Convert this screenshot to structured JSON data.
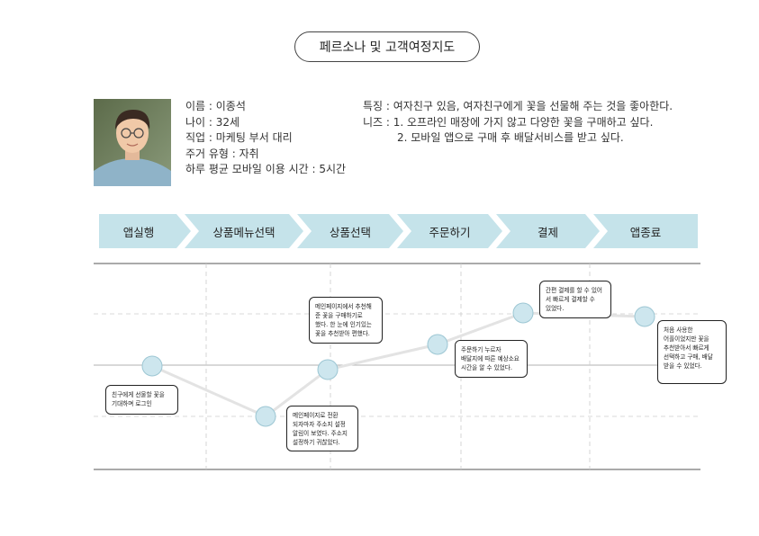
{
  "title": "페르소나 및 고객여정지도",
  "persona": {
    "name": "이름 : 이종석",
    "age": "나이 : 32세",
    "job": "직업 : 마케팅 부서 대리",
    "housing": "주거 유형 : 자취",
    "mobile_time": "하루 평균 모바일 이용 시간 : 5시간",
    "trait": "특징 : 여자친구 있음, 여자친구에게 꽃을 선물해 주는 것을 좋아한다.",
    "needs_1": "니즈 : 1. 오프라인 매장에 가지 않고 다양한 꽃을 구매하고 싶다.",
    "needs_2": "2. 모바일 앱으로 구매 후 배달서비스를 받고 싶다."
  },
  "steps": [
    "앱실행",
    "상품메뉴선택",
    "상품선택",
    "주문하기",
    "결제",
    "앱종료"
  ],
  "colors": {
    "step_fill": "#c5e3ea",
    "node_fill": "#cde6ee",
    "node_stroke": "#9cc6d3",
    "line": "#e3e3e3"
  },
  "notes": [
    "친구에게 선물할 꽃을\n기대하며 로그인",
    "메인페이지로 전환\n되자마자 주소지 설정\n알림이 보였다. 주소지\n설정하기 귀찮았다.",
    "메인페이지에서 추천해\n준 꽃을 구매하기로\n했다. 한 눈에 인기있는\n꽃을 추천받아 편했다.",
    "주문하기 누르자\n배달지에 따른 예상소요\n시간을 알 수 있었다.",
    "간편 결제를 할 수 있어\n서 빠르게 결제할 수\n있었다.",
    "처음 사용한\n어플이었지만 꽃을\n추천받아서 빠르게\n선택하고 구매, 배달\n받을 수 있었다."
  ]
}
